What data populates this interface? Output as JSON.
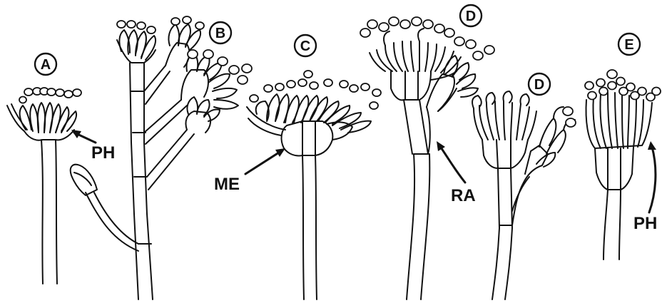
{
  "figure": {
    "panel_letters": {
      "a": "A",
      "b": "B",
      "c": "C",
      "d_upper": "D",
      "d_lower": "D",
      "e": "E"
    },
    "labels": {
      "ph_a": "PH",
      "me": "ME",
      "ra": "RA",
      "ph_e": "PH"
    }
  }
}
